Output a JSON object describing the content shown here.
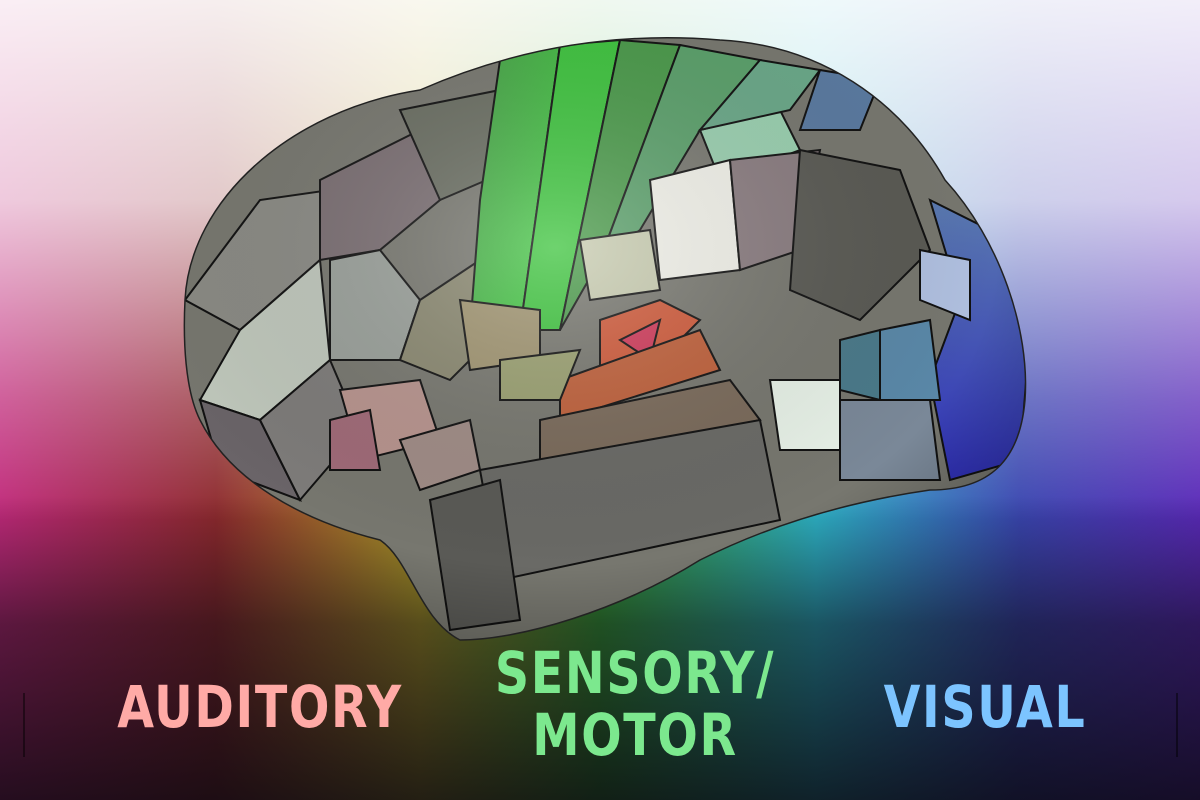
{
  "labels": {
    "auditory": {
      "text": "AUDITORY",
      "color": "#ffaaa6"
    },
    "sensory_motor": {
      "line1": "SENSORY/",
      "line2": "MOTOR",
      "color": "#7ce88e"
    },
    "visual": {
      "text": "VISUAL",
      "color": "#7cc4ff"
    }
  },
  "background": {
    "gradient_colors": [
      "#c02a7a",
      "#8e2a2e",
      "#b5a12a",
      "#3aa83a",
      "#2eb4c8",
      "#3a46b0",
      "#5a2ab8"
    ]
  },
  "brain": {
    "regions": {
      "sensory_motor_color": "#3fbf3f",
      "auditory_color": "#d8503a",
      "visual_color": "#3a46c0",
      "neutral_color": "#7a7a72"
    }
  }
}
